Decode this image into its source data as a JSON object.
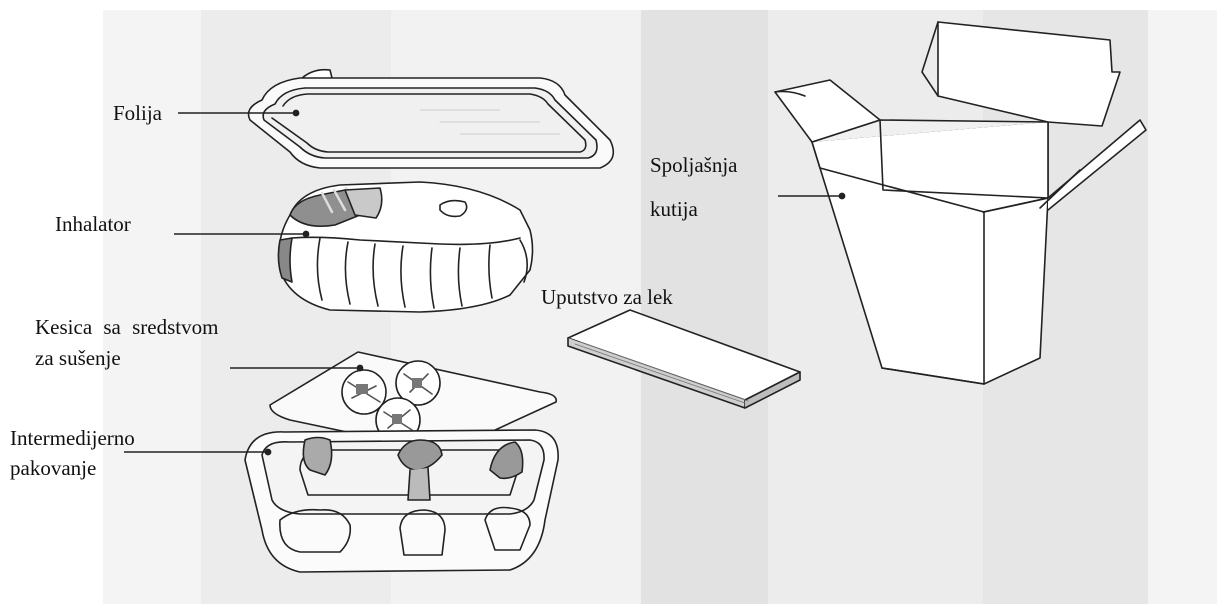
{
  "labels": {
    "foil": "Folija",
    "inhaler": "Inhalator",
    "desiccant_line1": "Kesica  sa  sredstvom",
    "desiccant_line2": "za sušenje",
    "tray_line1": "Intermedijerno",
    "tray_line2": "pakovanje",
    "leaflet": "Uputstvo za lek",
    "box_line1": "Spoljašnja",
    "box_line2": "kutija"
  },
  "colors": {
    "band_light": "#f4f4f4",
    "band_mid": "#ececec",
    "band_dark": "#e2e2e2",
    "line": "#222222"
  }
}
